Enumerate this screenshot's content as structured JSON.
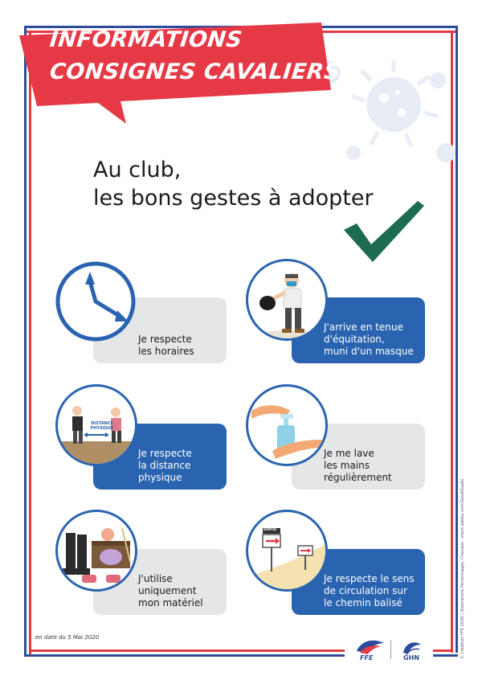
{
  "banner": {
    "line1": "INFORMATIONS",
    "line2": "CONSIGNES CAVALIERS"
  },
  "heading": {
    "line1": "Au club,",
    "line2": "les bons gestes à adopter"
  },
  "cards": [
    {
      "text": "Je respecte\nles horaires",
      "icon": "clock-icon"
    },
    {
      "text": "J'arrive en tenue\nd'équitation,\nmuni d'un masque",
      "icon": "rider-with-mask-icon"
    },
    {
      "text": "Je respecte\nla distance\nphysique",
      "icon": "physical-distance-icon",
      "icon_label": "DISTANCE\nPHYSIQUE"
    },
    {
      "text": "Je me lave\nles mains\nrégulièrement",
      "icon": "hand-wash-icon"
    },
    {
      "text": "J'utilise\nuniquement\nmon matériel",
      "icon": "riding-equipment-icon"
    },
    {
      "text": "Je respecte le sens\nde circulation sur\nle chemin balisé",
      "icon": "direction-signs-icon",
      "icon_label": "SORTIE"
    }
  ],
  "footer": {
    "date": "en date du 5 Mai 2020",
    "credit": "© crédition FFE 2020 | Illustrations Personnages, Chevaux : stock.adobe.com/GoodStudio",
    "logo_ffe": "FFE",
    "logo_ghn": "GHN"
  },
  "colors": {
    "banner_red": "#e63946",
    "blue": "#2a64b0",
    "grey": "#e5e6e8",
    "check_green": "#1d6b52"
  }
}
